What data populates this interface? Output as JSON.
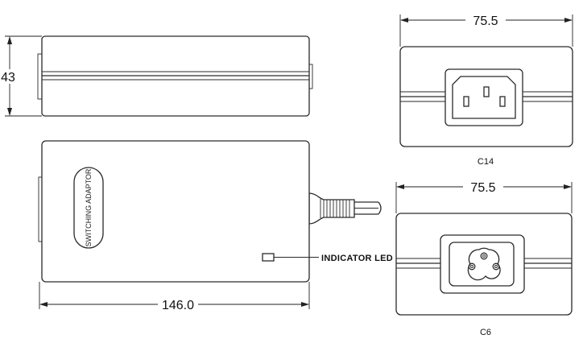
{
  "dimensions": {
    "height": "43",
    "length": "146.0",
    "width_c14": "75.5",
    "width_c6": "75.5"
  },
  "labels": {
    "badge": "SWITCHING ADAPTOR",
    "indicator_led": "INDICATOR LED",
    "connector_c14": "C14",
    "connector_c6": "C6"
  }
}
